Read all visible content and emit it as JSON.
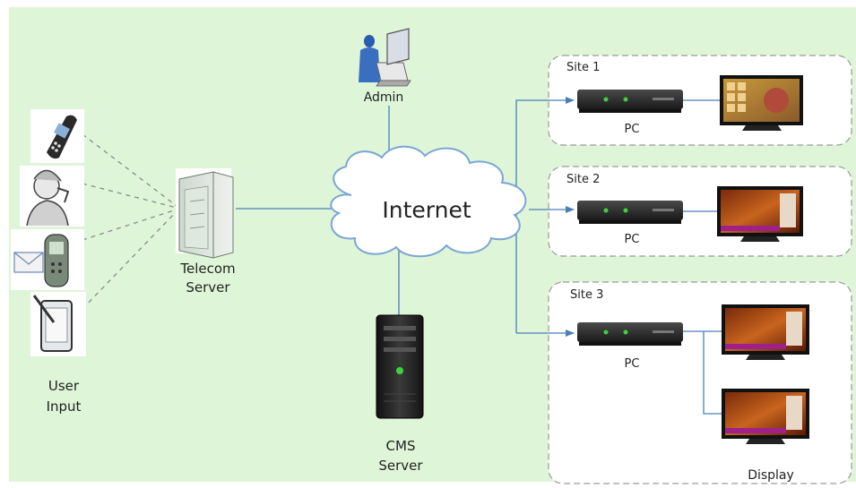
{
  "labels": {
    "admin": "Admin",
    "internet": "Internet",
    "telecom_server": [
      "Telecom",
      "Server"
    ],
    "cms_server": [
      "CMS",
      "Server"
    ],
    "user_input": [
      "User",
      "Input"
    ],
    "display": "Display"
  },
  "sites": [
    {
      "title": "Site 1",
      "pc_label": "PC"
    },
    {
      "title": "Site 2",
      "pc_label": "PC"
    },
    {
      "title": "Site 3",
      "pc_label": "PC"
    }
  ],
  "colors": {
    "background": "#dff5d8",
    "connector": "#4a7fb8",
    "dashed_link": "#8a8a8a",
    "site_panel": "#ffffff",
    "site_border": "#9a9a9a",
    "cloud_fill": "#ffffff",
    "cloud_stroke": "#7aa6d6",
    "pc_body": "#2b2b2b",
    "status_led": "#3dd23d"
  },
  "icons": {
    "user_input": [
      "mobile-phone-icon",
      "caller-person-icon",
      "sms-phone-icon",
      "tablet-stylus-icon"
    ],
    "telecom_server": "server-cabinet-icon",
    "cms_server": "tower-server-icon",
    "admin": "admin-laptop-icon",
    "pc": "set-top-box-pc-icon",
    "display": "tv-display-icon"
  }
}
